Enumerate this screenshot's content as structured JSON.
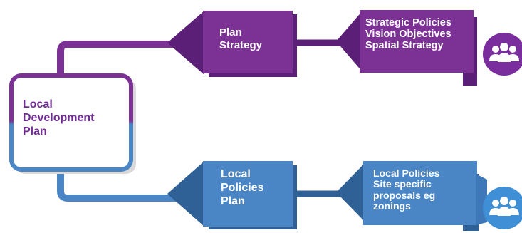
{
  "center_box": {
    "lines": [
      "Local",
      "Development",
      "Plan"
    ]
  },
  "branches": [
    {
      "id": "plan-strategy",
      "color": "#7b3294",
      "color_dark": "#5b1f78",
      "label_lines": [
        "Plan",
        "Strategy"
      ],
      "detail_lines": [
        "Strategic Policies",
        "Vision Objectives",
        "Spatial Strategy"
      ],
      "icon": "people-group-icon"
    },
    {
      "id": "local-policies",
      "color": "#4a86c5",
      "color_dark": "#2f6196",
      "label_lines": [
        "Local",
        "Policies",
        "Plan"
      ],
      "detail_lines": [
        "Local Policies",
        "Site specific",
        "proposals eg",
        "zonings"
      ],
      "icon": "people-group-icon"
    }
  ],
  "colors": {
    "purple": "#7b3294",
    "purple_dark": "#5b1f78",
    "blue": "#4a86c5",
    "blue_dark": "#2f6196",
    "icon_purple": "#7a2d9c",
    "icon_blue": "#3f8fd6"
  }
}
